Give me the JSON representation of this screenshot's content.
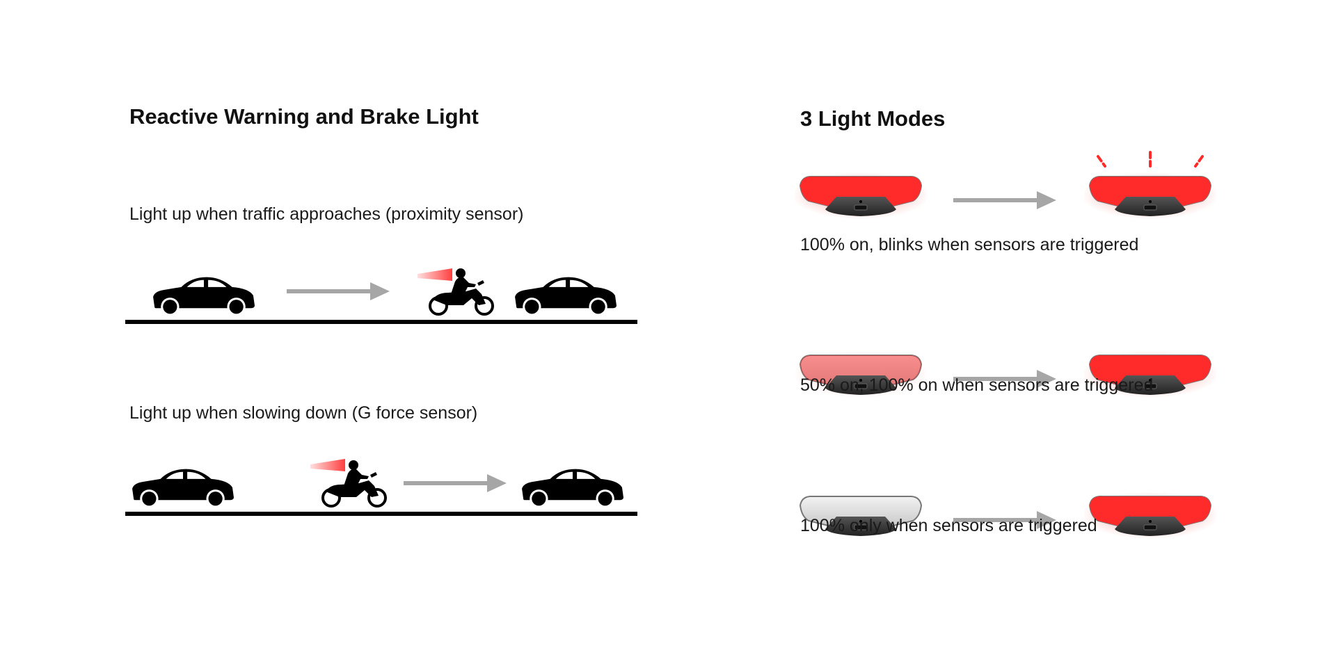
{
  "left": {
    "title": "Reactive Warning and Brake Light",
    "scenarios": [
      {
        "caption": "Light up when traffic approaches (proximity sensor)"
      },
      {
        "caption": "Light up when slowing down (G force sensor)"
      }
    ]
  },
  "right": {
    "title": "3 Light Modes",
    "modes": [
      {
        "caption": "100% on, blinks when sensors are triggered",
        "before_level": 1.0,
        "after_level": 1.0,
        "blink": true
      },
      {
        "caption": "50% on, 100% on when sensors are triggered",
        "before_level": 0.5,
        "after_level": 1.0,
        "blink": false
      },
      {
        "caption": "100% only when sensors are triggered",
        "before_level": 0.0,
        "after_level": 1.0,
        "blink": false
      }
    ]
  },
  "colors": {
    "light_red": "#ff2a2a",
    "vehicle": "#000000",
    "arrow": "#a6a6a6",
    "road": "#000000"
  },
  "icons": [
    "car-icon",
    "motorcycle-icon",
    "arrow-right-icon",
    "tail-light-icon",
    "blink-rays-icon"
  ]
}
